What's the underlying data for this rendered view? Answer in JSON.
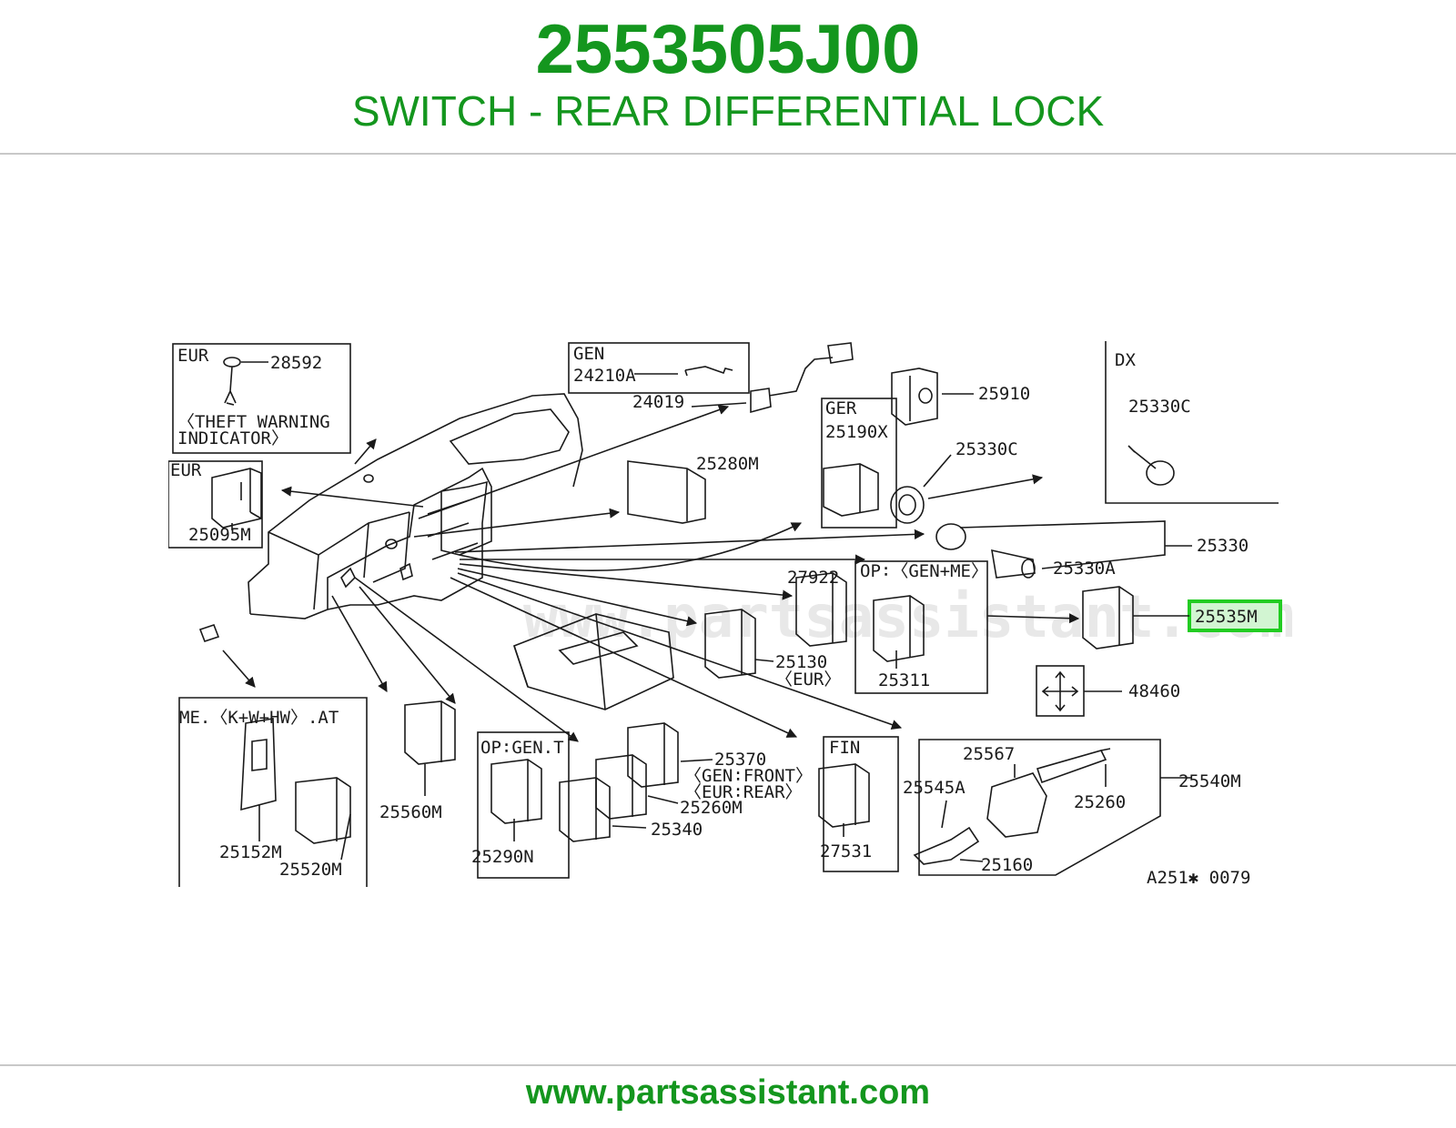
{
  "header": {
    "part_number": "2553505J00",
    "part_description": "SWITCH - REAR DIFFERENTIAL LOCK"
  },
  "footer": {
    "url": "www.partsassistant.com"
  },
  "colors": {
    "brand_green": "#14961e",
    "highlight_box": "#22cc22",
    "highlight_fill": "#d2f5d2",
    "line": "#1a1a1a",
    "watermark": "#e6e6e6"
  },
  "diagram": {
    "watermark": "www.partsassistant.com",
    "figure_code": "A251✱ 0079",
    "groups": {
      "eur_top": "EUR",
      "theft_line1": "〈THEFT WARNING",
      "theft_line2": "INDICATOR〉",
      "eur_left": "EUR",
      "gen": "GEN",
      "ger": "GER",
      "dx": "DX",
      "op_gen_me": "OP∶〈GEN+ME〉",
      "me_kwhw_at": "ME.〈K+W+HW〉.AT",
      "op_gen_t": "OP∶GEN.T",
      "fin": "FIN"
    },
    "callouts": {
      "p28592": "28592",
      "p25095M": "25095M",
      "p24210A": "24210A",
      "p24019": "24019",
      "p25910": "25910",
      "p25190X": "25190X",
      "p25280M": "25280M",
      "p25330C_a": "25330C",
      "p25330C_b": "25330C",
      "p25330": "25330",
      "p25330A": "25330A",
      "p25535M": "25535M",
      "p27922": "27922",
      "p25130": "25130",
      "eur_note": "〈EUR〉",
      "p25311": "25311",
      "p48460": "48460",
      "p25370": "25370",
      "gen_front": "〈GEN∶FRONT〉",
      "eur_rear": "〈EUR∶REAR〉",
      "p25260M": "25260M",
      "p25340": "25340",
      "p25560M": "25560M",
      "p25290N": "25290N",
      "p25152M": "25152M",
      "p25520M": "25520M",
      "p27531": "27531",
      "p25567": "25567",
      "p25545A": "25545A",
      "p25260": "25260",
      "p25160": "25160",
      "p25540M": "25540M"
    }
  }
}
